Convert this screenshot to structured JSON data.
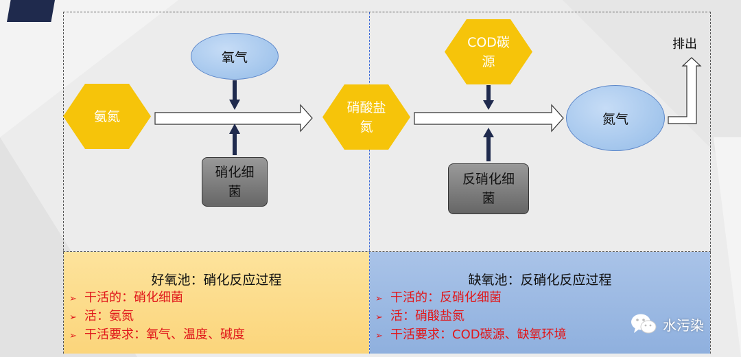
{
  "nodes": {
    "ammonia": "氨氮",
    "oxygen": "氧气",
    "nitrifying_bacteria": "硝化细\n菌",
    "nitrate": "硝酸盐\n氮",
    "cod_source": "COD碳\n源",
    "denitrifying_bacteria": "反硝化细\n菌",
    "nitrogen_gas": "氮气",
    "discharge": "排出"
  },
  "aerobic": {
    "title": "好氧池：硝化反应过程",
    "bullets": [
      "干活的：硝化细菌",
      "活：氨氮",
      "干活要求：氧气、温度、碱度"
    ]
  },
  "anoxic": {
    "title": "缺氧池：反硝化反应过程",
    "bullets": [
      "干活的：反硝化细菌",
      "活：硝酸盐氮",
      "干活要求：COD碳源、缺氧环境"
    ]
  },
  "bullet_mark": "➢",
  "watermark": "水污染",
  "colors": {
    "hexagon": "#f6c40a",
    "ellipse": "#9fc3ec",
    "bacteria_box": "#7f7f7f",
    "arrow_dark": "#1f2a4d",
    "bullet_text": "#e0181b",
    "aerobic_panel": "#fbd87f",
    "anoxic_panel": "#9ab8e2"
  },
  "icons": [
    "wechat-icon"
  ]
}
